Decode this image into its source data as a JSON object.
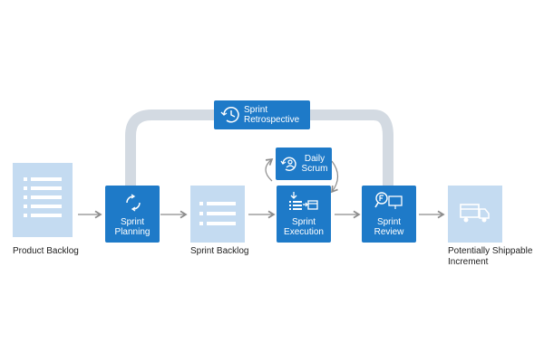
{
  "colors": {
    "primary": "#1e7ac8",
    "light": "#c4dbf1",
    "connector": "#d3dae2",
    "arrow": "#8c8c8c",
    "text": "#222222"
  },
  "nodes": {
    "product_backlog": {
      "caption": "Product Backlog",
      "icon": "list-icon"
    },
    "sprint_planning": {
      "label": "Sprint\nPlanning",
      "icon": "cycle-arrows-icon"
    },
    "sprint_backlog": {
      "caption": "Sprint Backlog",
      "icon": "list-icon"
    },
    "daily_scrum": {
      "label": "Daily\nScrum",
      "icon": "refresh-person-icon"
    },
    "sprint_execution": {
      "label": "Sprint\nExecution",
      "icon": "list-to-box-icon"
    },
    "sprint_review": {
      "label": "Sprint\nReview",
      "icon": "magnifier-board-icon"
    },
    "sprint_retrospective": {
      "label": "Sprint\nRetrospective",
      "icon": "clock-history-icon"
    },
    "increment": {
      "caption": "Potentially Shippable\nIncrement",
      "icon": "delivery-truck-icon"
    }
  }
}
